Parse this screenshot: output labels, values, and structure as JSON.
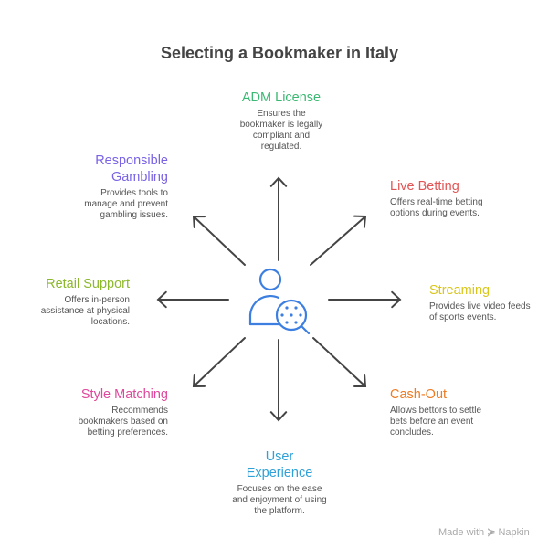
{
  "title": "Selecting a Bookmaker in Italy",
  "center_icon": "user-search-icon",
  "nodes": {
    "adm": {
      "title": "ADM License",
      "desc": "Ensures the bookmaker is legally compliant and regulated.",
      "color": "#3bb873"
    },
    "live": {
      "title": "Live Betting",
      "desc": "Offers real-time betting options during events.",
      "color": "#e25555"
    },
    "streaming": {
      "title": "Streaming",
      "desc": "Provides live video feeds of sports events.",
      "color": "#d8c61c"
    },
    "cashout": {
      "title": "Cash-Out",
      "desc": "Allows bettors to settle bets before an event concludes.",
      "color": "#ef7b22"
    },
    "ux": {
      "title": "User Experience",
      "desc": "Focuses on the ease and enjoyment of using the platform.",
      "color": "#2fa1d8"
    },
    "style": {
      "title": "Style Matching",
      "desc": "Recommends bookmakers based on betting preferences.",
      "color": "#e0489c"
    },
    "retail": {
      "title": "Retail Support",
      "desc": "Offers in-person assistance at physical locations.",
      "color": "#8cb82c"
    },
    "responsible": {
      "title": "Responsible Gambling",
      "desc": "Provides tools to manage and prevent gambling issues.",
      "color": "#7b63e6"
    }
  },
  "arrows": [
    "up",
    "up-right",
    "right",
    "down-right",
    "down",
    "down-left",
    "left",
    "up-left"
  ],
  "footer": {
    "made_with": "Made with",
    "brand": "Napkin"
  }
}
